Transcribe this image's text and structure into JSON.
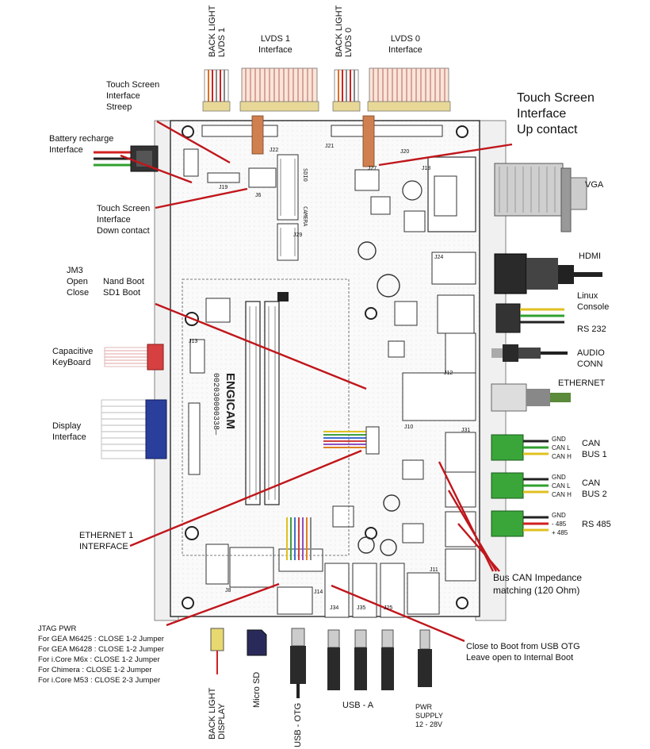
{
  "top_labels": {
    "backlight_lvds1": [
      "BACK LIGHT",
      "LVDS 1"
    ],
    "lvds1_interface": [
      "LVDS 1",
      "Interface"
    ],
    "backlight_lvds0": [
      "BACK LIGHT",
      "LVDS 0"
    ],
    "lvds0_interface": [
      "LVDS 0",
      "Interface"
    ]
  },
  "left_labels": {
    "touch_screen_streep": [
      "Touch Screen",
      "Interface",
      "Streep"
    ],
    "battery_recharge": [
      "Battery recharge",
      "Interface"
    ],
    "touch_screen_down": [
      "Touch Screen",
      "Interface",
      "Down contact"
    ],
    "jm3": [
      "JM3",
      "Open",
      "Close"
    ],
    "nand_boot": [
      "Nand Boot",
      "SD1 Boot"
    ],
    "capacitive_keyboard": [
      "Capacitive",
      "KeyBoard"
    ],
    "display_interface": [
      "Display",
      "Interface"
    ],
    "ethernet1": [
      "ETHERNET 1",
      "INTERFACE"
    ]
  },
  "right_labels": {
    "touch_up": [
      "Touch Screen",
      "Interface",
      "Up contact"
    ],
    "vga": "VGA",
    "hdmi": "HDMI",
    "linux_console": [
      "Linux",
      "Console"
    ],
    "rs232": "RS 232",
    "audio": [
      "AUDIO",
      "CONN"
    ],
    "ethernet": "ETHERNET",
    "can1_pins": [
      "GND",
      "CAN L",
      "CAN H"
    ],
    "can1": [
      "CAN",
      "BUS 1"
    ],
    "can2_pins": [
      "GND",
      "CAN L",
      "CAN H"
    ],
    "can2": [
      "CAN",
      "BUS 2"
    ],
    "rs485_pins": [
      "GND",
      "- 485",
      "+ 485"
    ],
    "rs485": "RS 485",
    "bus_can_impedance": [
      "Bus CAN Impedance",
      "matching (120 Ohm)"
    ]
  },
  "bottom_labels": {
    "jtag_pwr": [
      "JTAG PWR",
      "For GEA M6425  : CLOSE 1-2 Jumper",
      "For GEA M6428  : CLOSE 1-2 Jumper",
      "For i.Core M6x : CLOSE 1-2 Jumper",
      "For Chimera    : CLOSE 1-2 Jumper",
      "For i.Core M53 : CLOSE 2-3 Jumper"
    ],
    "close_to_boot": [
      "Close to Boot from USB OTG",
      "Leave open to Internal Boot"
    ],
    "backlight_display": [
      "BACK LIGHT",
      "DISPLAY"
    ],
    "micro_sd": "Micro SD",
    "usb_otg": "USB - OTG",
    "usb_a": "USB - A",
    "pwr_supply": [
      "PWR",
      "SUPPLY",
      "12 - 28V"
    ]
  },
  "board": {
    "brand": "ENGICAM",
    "serial": "002030000338",
    "headers": [
      "J22",
      "J21",
      "J20",
      "J19",
      "J6",
      "J27",
      "J18",
      "J29",
      "J13",
      "J8",
      "J10",
      "J31",
      "J12",
      "J11",
      "J14",
      "J34",
      "J35",
      "J24",
      "J25"
    ],
    "silkscreen": [
      "SDIO",
      "CAMERA"
    ]
  },
  "colors": {
    "arrow": "#c0161b",
    "board_outline": "#2a2a2a",
    "can_connector": "#3aa63a",
    "keyboard_connector": "#d64040",
    "display_connector": "#2a3e9c"
  }
}
